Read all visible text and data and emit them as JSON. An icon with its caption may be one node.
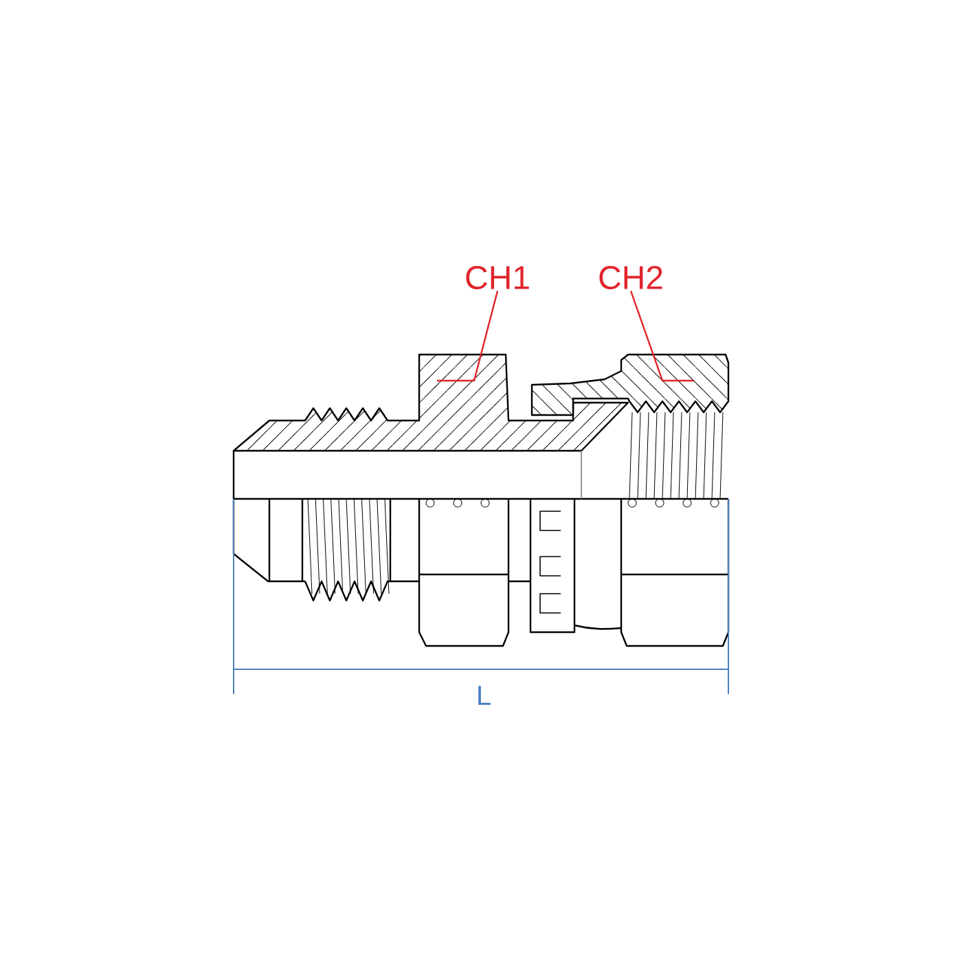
{
  "diagram": {
    "nodes": [
      {
        "text": [
          "CH1"
        ]
      },
      {
        "text": [
          "CH2"
        ]
      }
    ],
    "edges": [
      {
        "from": 0,
        "to": null,
        "arrow": "none"
      },
      {
        "from": 1,
        "to": null,
        "arrow": "none"
      }
    ],
    "labels": [
      "L"
    ]
  }
}
